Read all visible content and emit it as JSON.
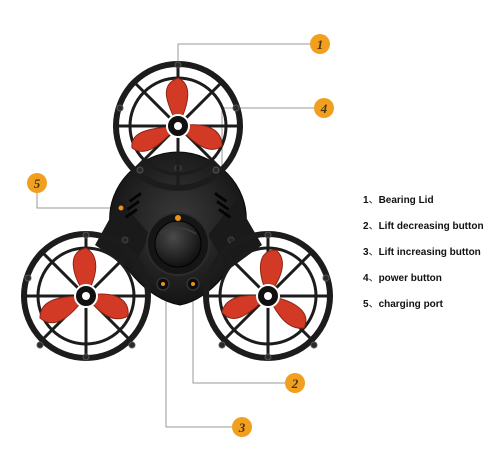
{
  "callouts": [
    "1",
    "4",
    "5",
    "2",
    "3"
  ],
  "legend": [
    {
      "number": "1",
      "label": "Bearing Lid"
    },
    {
      "number": "2",
      "label": "Lift decreasing button"
    },
    {
      "number": "3",
      "label": "Lift increasing button"
    },
    {
      "number": "4",
      "label": "power button"
    },
    {
      "number": "5",
      "label": "charging port"
    }
  ],
  "colors": {
    "callout_fill": "#f0a01e",
    "leader_line": "#9a9a9a",
    "frame": "#1c1c1c",
    "propeller": "#d23a25",
    "port_accent": "#e8941a"
  },
  "icons": [
    "cage-icon",
    "propeller-icon",
    "bearing-lid-icon",
    "button-icon"
  ]
}
